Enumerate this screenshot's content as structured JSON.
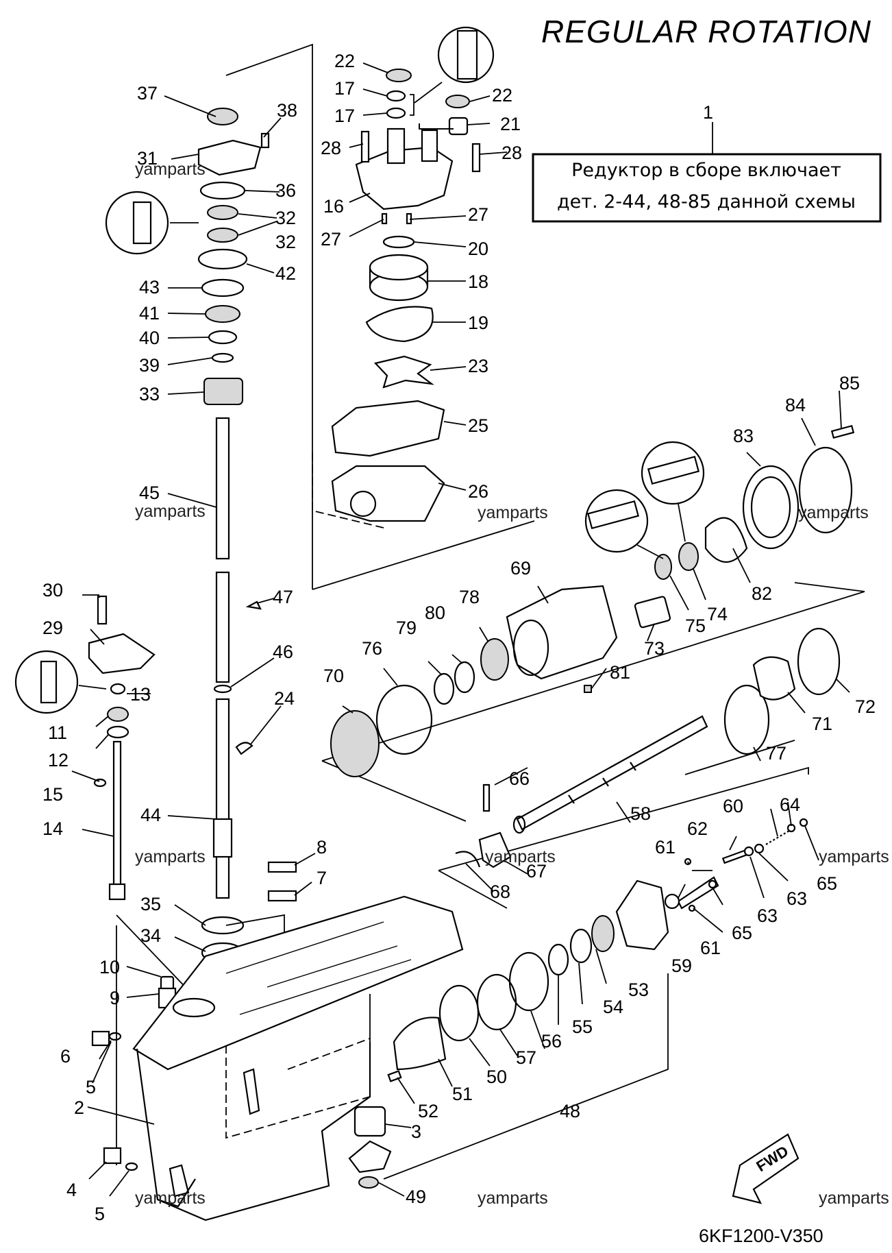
{
  "header": {
    "title": "REGULAR ROTATION"
  },
  "note": {
    "number": "1",
    "lines": [
      "Редуктор в сборе включает",
      "дет. 2-44, 48-85 данной схемы"
    ]
  },
  "watermark": "yamparts",
  "diagram_code": "6KF1200-V350",
  "fwd_label": "FWD",
  "callouts": {
    "n2": "2",
    "n3": "3",
    "n4": "4",
    "n5a": "5",
    "n5b": "5",
    "n6": "6",
    "n7": "7",
    "n8": "8",
    "n9": "9",
    "n10": "10",
    "n11": "11",
    "n12": "12",
    "n13": "13",
    "n14": "14",
    "n15": "15",
    "n16": "16",
    "n17a": "17",
    "n17b": "17",
    "n18": "18",
    "n19": "19",
    "n20": "20",
    "n21": "21",
    "n22a": "22",
    "n22b": "22",
    "n23": "23",
    "n24": "24",
    "n25": "25",
    "n26": "26",
    "n27a": "27",
    "n27b": "27",
    "n28a": "28",
    "n28b": "28",
    "n29": "29",
    "n30": "30",
    "n31": "31",
    "n32a": "32",
    "n32b": "32",
    "n33": "33",
    "n34": "34",
    "n35": "35",
    "n36": "36",
    "n37": "37",
    "n38": "38",
    "n39": "39",
    "n40": "40",
    "n41": "41",
    "n42": "42",
    "n43": "43",
    "n44": "44",
    "n45": "45",
    "n46": "46",
    "n47": "47",
    "n48": "48",
    "n49": "49",
    "n50": "50",
    "n51": "51",
    "n52": "52",
    "n53": "53",
    "n54": "54",
    "n55": "55",
    "n56": "56",
    "n57": "57",
    "n58": "58",
    "n59": "59",
    "n60": "60",
    "n61a": "61",
    "n61b": "61",
    "n62": "62",
    "n63a": "63",
    "n63b": "63",
    "n64": "64",
    "n65a": "65",
    "n65b": "65",
    "n66": "66",
    "n67": "67",
    "n68": "68",
    "n69": "69",
    "n70": "70",
    "n71": "71",
    "n72": "72",
    "n73": "73",
    "n74": "74",
    "n75": "75",
    "n76": "76",
    "n77": "77",
    "n78": "78",
    "n79": "79",
    "n80": "80",
    "n81": "81",
    "n82": "82",
    "n83": "83",
    "n84": "84",
    "n85": "85"
  }
}
